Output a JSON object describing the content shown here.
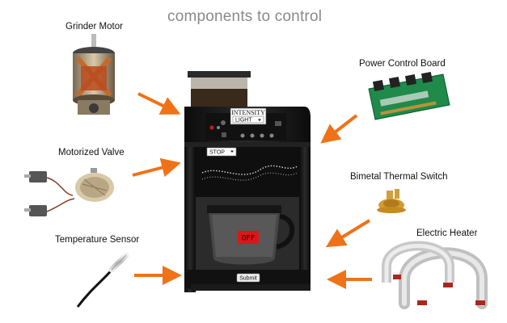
{
  "title": "components to control",
  "components": {
    "grinder_motor": "Grinder Motor",
    "motorized_valve": "Motorized Valve",
    "temperature_sensor": "Temperature Sensor",
    "power_control_board": "Power Control Board",
    "bimetal_switch": "Bimetal Thermal Switch",
    "electric_heater": "Electric Heater"
  },
  "machine": {
    "intensity_label": "INTENSITY",
    "intensity_value": "LIGHT",
    "mode_value": "STOP",
    "display_value": "OFF",
    "submit_label": "Submit"
  },
  "colors": {
    "arrow": "#f07218",
    "machine_body": "#1c1c1c",
    "display": "#d81818"
  }
}
